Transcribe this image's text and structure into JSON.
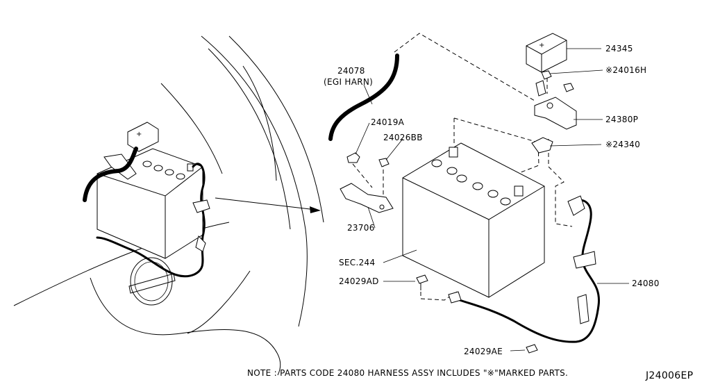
{
  "labels": {
    "p24078": "24078",
    "p24078_sub": "(EGI HARN)",
    "p24019A": "24019A",
    "p24026BB": "24026BB",
    "p23706": "23706",
    "sec244": "SEC.244",
    "p24029AD": "24029AD",
    "p24029AE": "24029AE",
    "p24345": "24345",
    "p24016H": "※24016H",
    "p24380P": "24380P",
    "p24340": "※24340",
    "p24080": "24080",
    "plus_symbol": "+"
  },
  "note": "NOTE : PARTS CODE 24080 HARNESS ASSY INCLUDES \"※\"MARKED PARTS.",
  "diagram_code": "J24006EP"
}
